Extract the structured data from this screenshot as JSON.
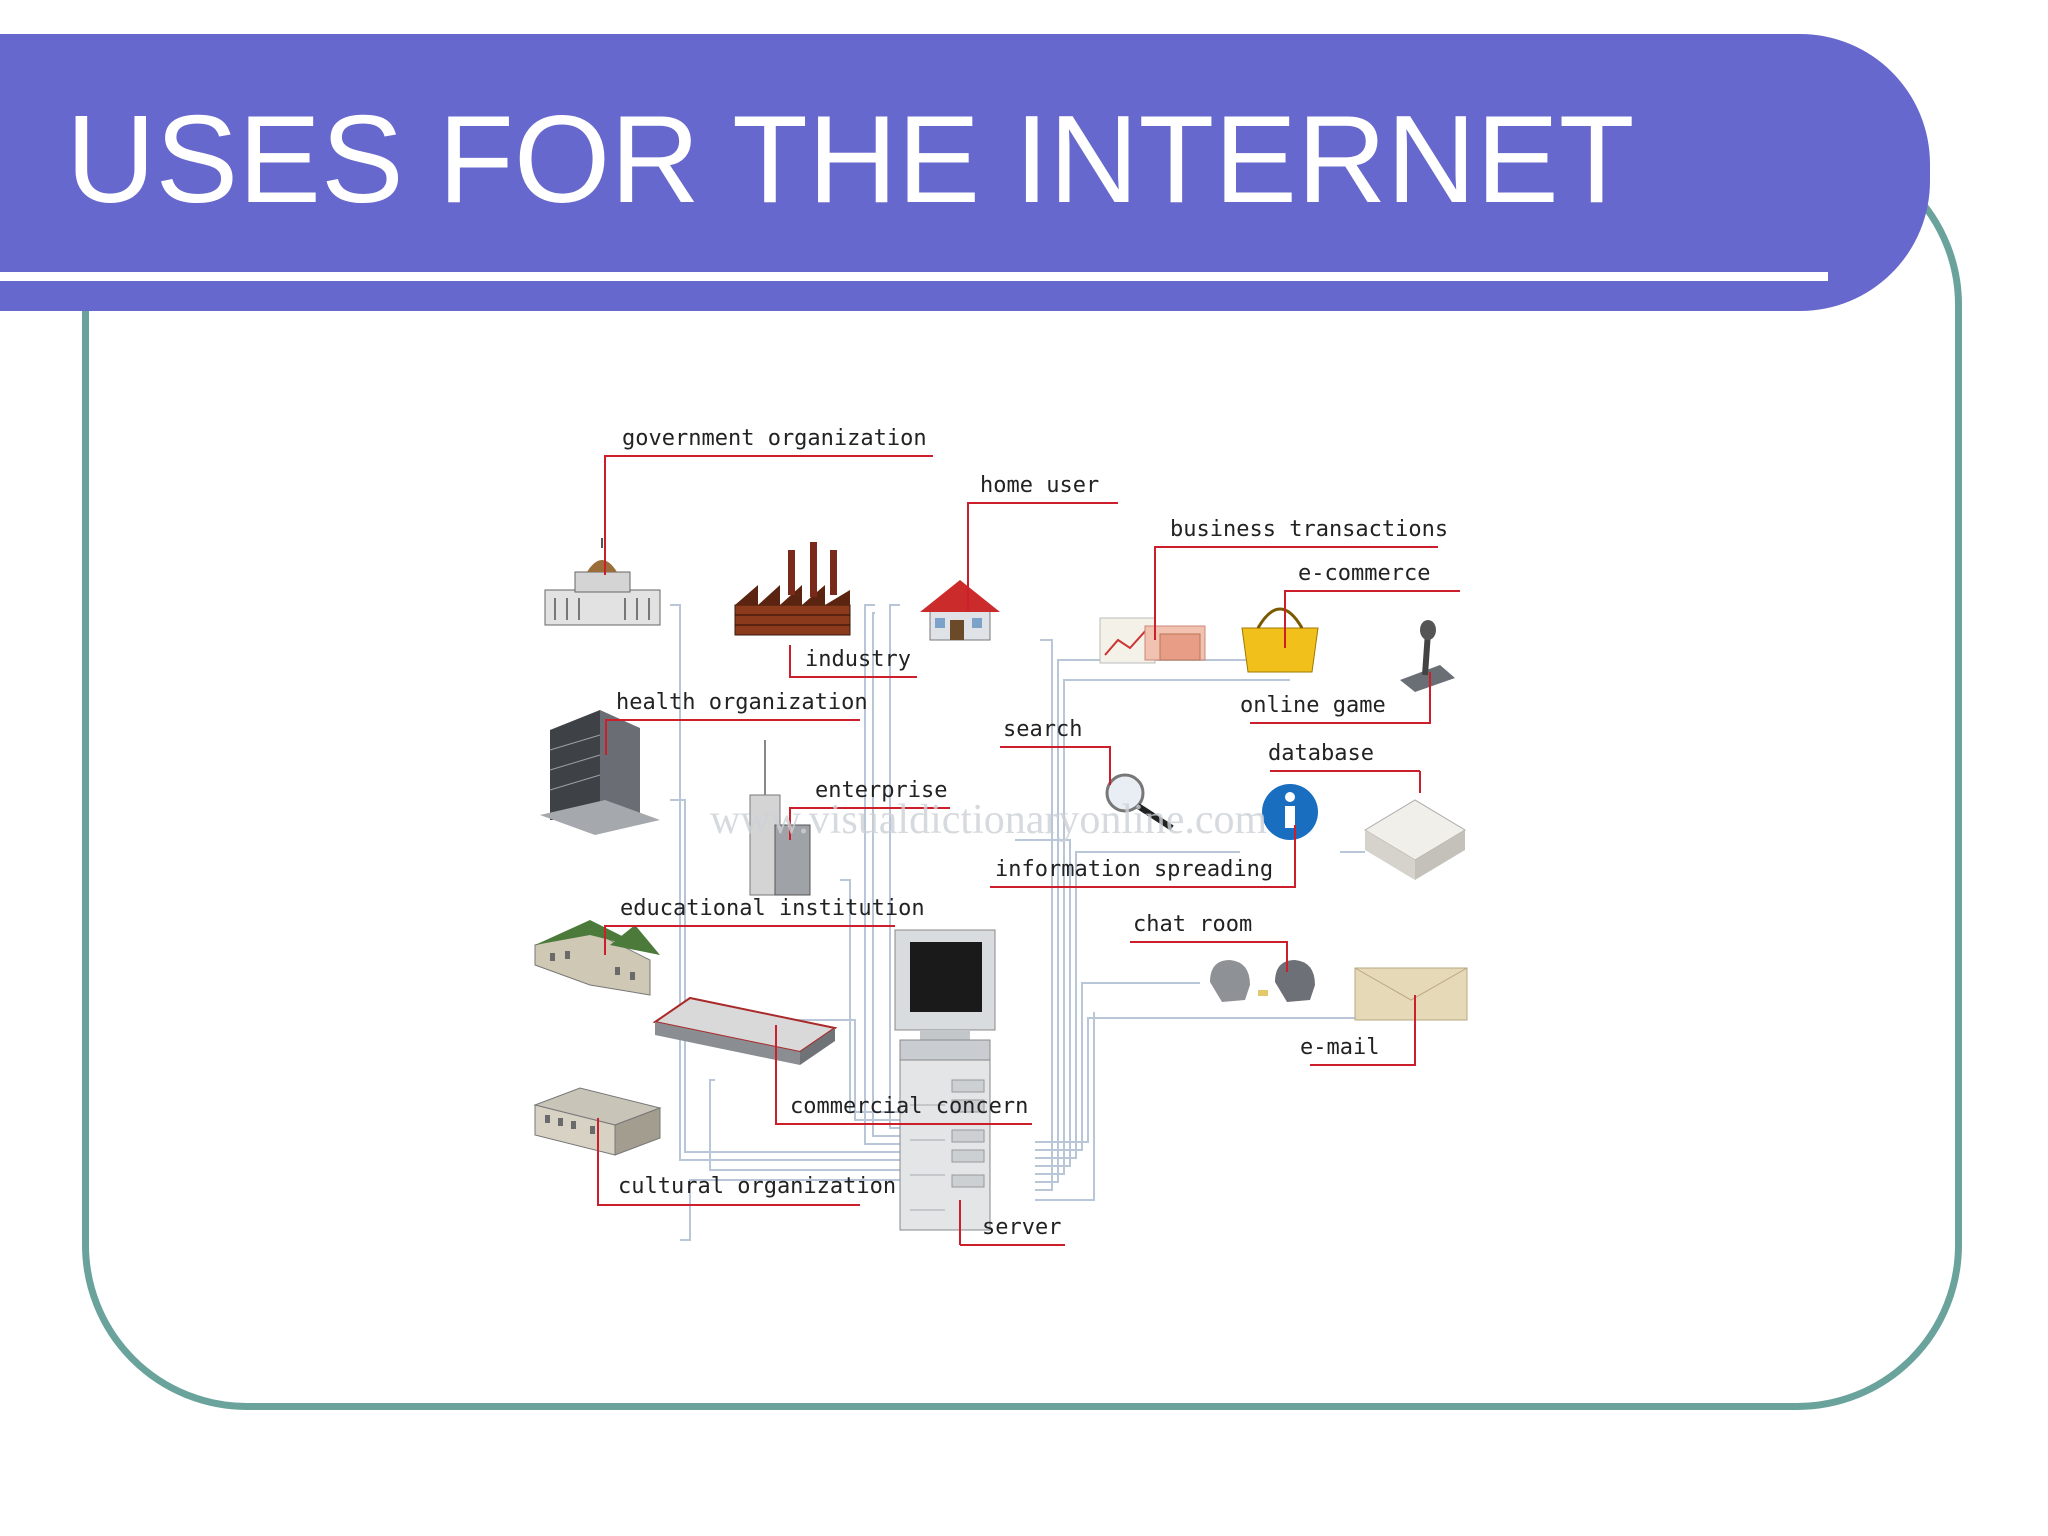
{
  "slide": {
    "title": "USES FOR THE INTERNET",
    "colors": {
      "banner": "#6768cd",
      "frame": "#6aa39c",
      "leader": "#cc1f2b",
      "network": "#b8c6d8"
    }
  },
  "diagram": {
    "watermark": "www.visualdictionaryonline.com",
    "labels": {
      "government_organization": "government organization",
      "home_user": "home user",
      "business_transactions": "business transactions",
      "e_commerce": "e-commerce",
      "industry": "industry",
      "health_organization": "health organization",
      "online_game": "online game",
      "search": "search",
      "database": "database",
      "enterprise": "enterprise",
      "information_spreading": "information spreading",
      "educational_institution": "educational institution",
      "chat_room": "chat room",
      "e_mail": "e-mail",
      "commercial_concern": "commercial concern",
      "cultural_organization": "cultural organization",
      "server": "server"
    }
  }
}
